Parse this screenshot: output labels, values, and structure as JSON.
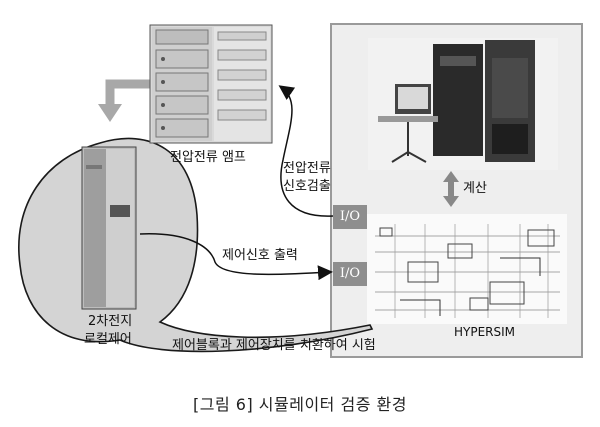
{
  "labels": {
    "amp": "전압전류 앰프",
    "detect_line1": "전압전류",
    "detect_line2": "신호검출",
    "compute": "계산",
    "io_top": "I/O",
    "io_bottom": "I/O",
    "control_output": "제어신호 출력",
    "battery_line1": "2차전지",
    "battery_line2": "로컬제어",
    "replace_test": "제어블록과 제어장치를 치환하여 시험",
    "hypersim": "HYPERSIM"
  },
  "caption": "[그림 6] 시뮬레이터 검증 환경",
  "colors": {
    "panel_fill": "#eeeeee",
    "panel_border": "#9a9a9a",
    "io_box": "#8e8e8e",
    "arrow_grey": "#a8a8a8"
  }
}
